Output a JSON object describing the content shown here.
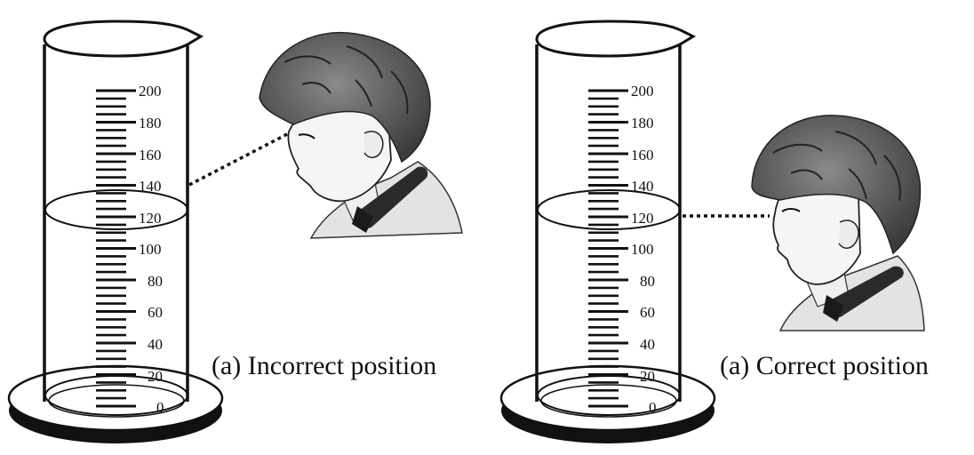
{
  "scale_labels": [
    "0",
    "20",
    "40",
    "60",
    "80",
    "100",
    "120",
    "140",
    "160",
    "180",
    "200"
  ],
  "panels": [
    {
      "id": "incorrect",
      "caption": "(a) Incorrect position",
      "sightline": "angled"
    },
    {
      "id": "correct",
      "caption": "(a) Correct position",
      "sightline": "level"
    }
  ],
  "liquid_level": 120,
  "colors": {
    "ink": "#111111",
    "hair": "#555555",
    "skin": "#f2f2f2",
    "shirt": "#e0e0e0",
    "tie": "#2a2a2a"
  }
}
